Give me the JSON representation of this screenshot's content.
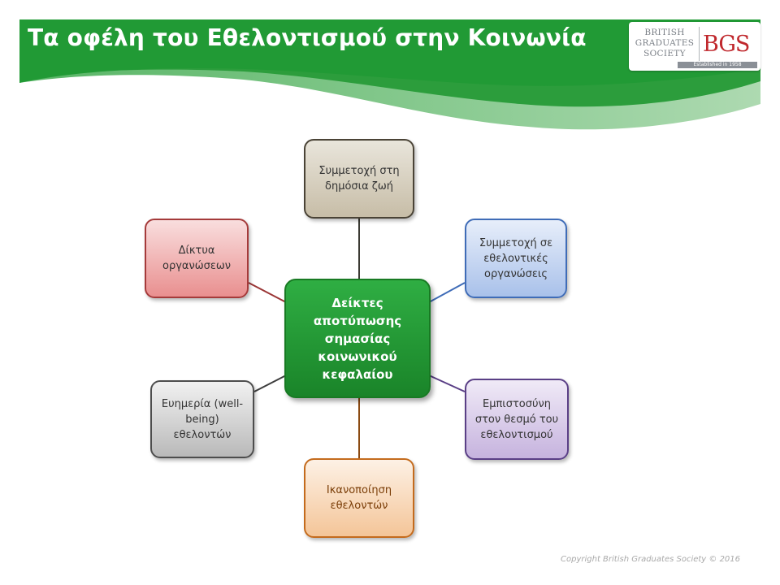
{
  "slide": {
    "title": "Τα οφέλη του Εθελοντισμού στην Κοινωνία",
    "copyright": "Copyright British  Graduates Society © 2016"
  },
  "logo": {
    "line1": "BRITISH",
    "line2": "GRADUATES",
    "line3": "SOCIETY",
    "mark": "BGS",
    "established": "Established in 1958"
  },
  "diagram": {
    "center": "Δείκτες αποτύπωσης σημασίας κοινωνικού κεφαλαίου",
    "top": "Συμμετοχή στη δημόσια ζωή",
    "right_top": "Συμμετοχή σε εθελοντικές οργανώσεις",
    "right_bottom": "Εμπιστοσύνη στον θεσμό του εθελοντισμού",
    "bottom": "Ικανοποίηση εθελοντών",
    "left_bottom": "Ευημερία (well-being) εθελοντών",
    "left_top": "Δίκτυα οργανώσεων"
  },
  "colors": {
    "banner_green": "#219a35",
    "center_green": "#1f9331",
    "brand_red": "#c0282d"
  }
}
